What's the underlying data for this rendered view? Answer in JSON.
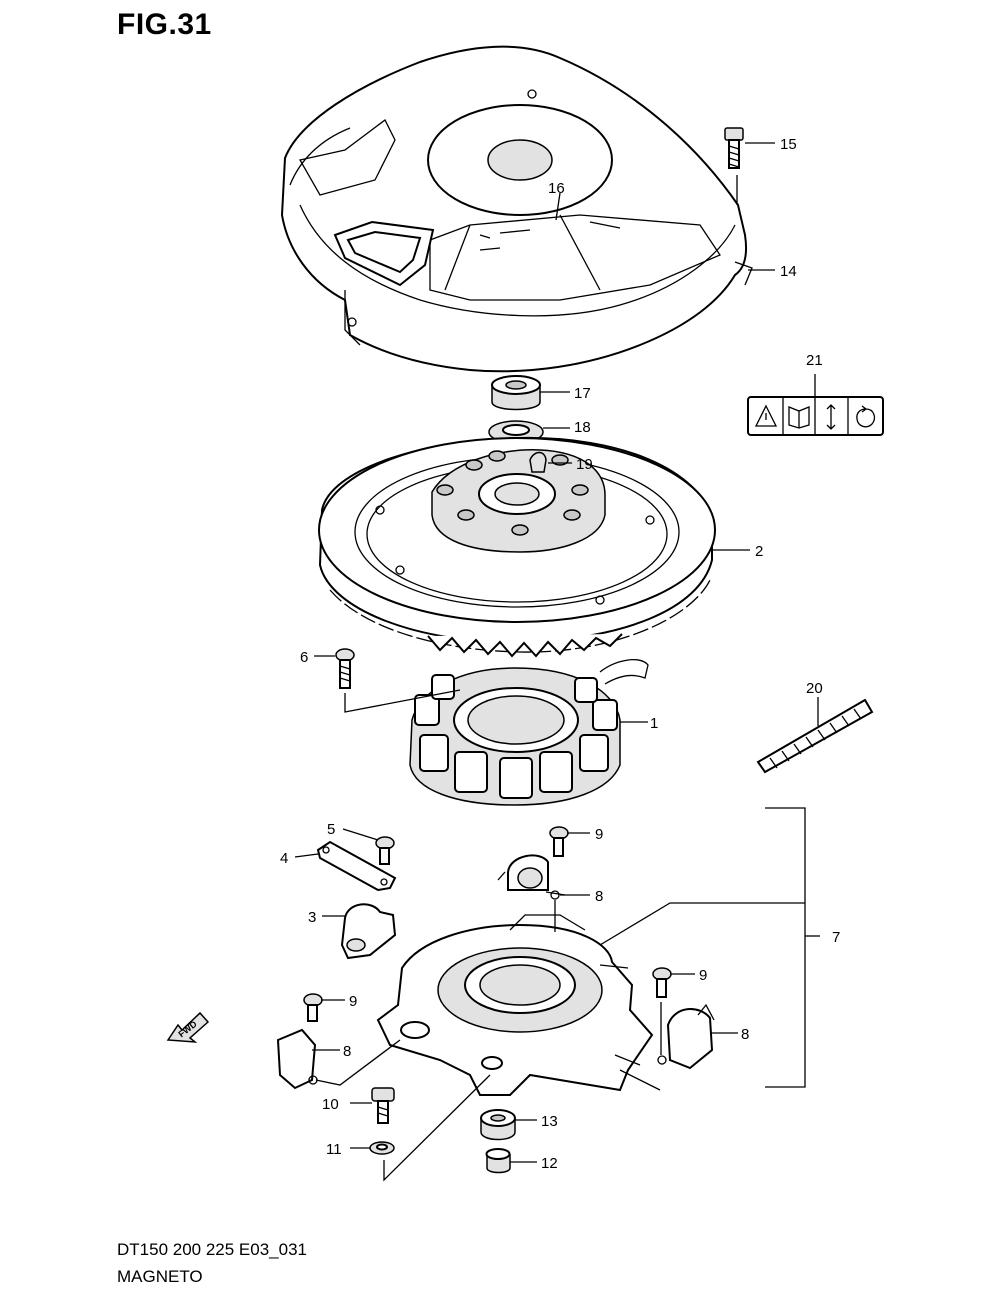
{
  "figure": {
    "title": "FIG.31",
    "model_code": "DT150 200 225 E03_031",
    "name": "MAGNETO",
    "fwd_mark": "FWD"
  },
  "callouts": [
    {
      "id": "c1",
      "text": "1"
    },
    {
      "id": "c2",
      "text": "2"
    },
    {
      "id": "c3",
      "text": "3"
    },
    {
      "id": "c4",
      "text": "4"
    },
    {
      "id": "c5",
      "text": "5"
    },
    {
      "id": "c6",
      "text": "6"
    },
    {
      "id": "c7",
      "text": "7"
    },
    {
      "id": "c8a",
      "text": "8"
    },
    {
      "id": "c8b",
      "text": "8"
    },
    {
      "id": "c8c",
      "text": "8"
    },
    {
      "id": "c9a",
      "text": "9"
    },
    {
      "id": "c9b",
      "text": "9"
    },
    {
      "id": "c9c",
      "text": "9"
    },
    {
      "id": "c10",
      "text": "10"
    },
    {
      "id": "c11",
      "text": "11"
    },
    {
      "id": "c12",
      "text": "12"
    },
    {
      "id": "c13",
      "text": "13"
    },
    {
      "id": "c14",
      "text": "14"
    },
    {
      "id": "c15",
      "text": "15"
    },
    {
      "id": "c16",
      "text": "16"
    },
    {
      "id": "c17",
      "text": "17"
    },
    {
      "id": "c18",
      "text": "18"
    },
    {
      "id": "c19",
      "text": "19"
    },
    {
      "id": "c20",
      "text": "20"
    },
    {
      "id": "c21",
      "text": "21"
    }
  ],
  "warning_label_icons": [
    "warning-triangle-icon",
    "manual-book-icon",
    "up-down-arrow-icon",
    "rotation-icon"
  ]
}
